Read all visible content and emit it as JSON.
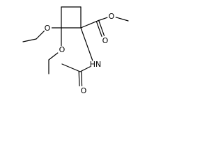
{
  "molecule": {
    "atoms": [
      {
        "id": "ring_c1",
        "element": "C"
      },
      {
        "id": "ring_c2",
        "element": "C"
      },
      {
        "id": "ring_c3",
        "element": "C"
      },
      {
        "id": "ring_c4",
        "element": "C"
      },
      {
        "id": "ester_c",
        "element": "C"
      },
      {
        "id": "ester_o_double",
        "element": "O",
        "label": "O"
      },
      {
        "id": "ester_o_single",
        "element": "O",
        "label": "O"
      },
      {
        "id": "methyl_c",
        "element": "C"
      },
      {
        "id": "amide_n",
        "element": "N",
        "label": "HN"
      },
      {
        "id": "amide_c",
        "element": "C"
      },
      {
        "id": "amide_o",
        "element": "O",
        "label": "O"
      },
      {
        "id": "amide_me",
        "element": "C"
      },
      {
        "id": "ethoxy1_o",
        "element": "O",
        "label": "O"
      },
      {
        "id": "ethoxy1_c1",
        "element": "C"
      },
      {
        "id": "ethoxy1_c2",
        "element": "C"
      },
      {
        "id": "ethoxy2_o",
        "element": "O",
        "label": "O"
      },
      {
        "id": "ethoxy2_c1",
        "element": "C"
      },
      {
        "id": "ethoxy2_c2",
        "element": "C"
      }
    ],
    "bonds": [
      {
        "id": "b1",
        "from": "ring_c1",
        "to": "ring_c2",
        "order": 1
      },
      {
        "id": "b2",
        "from": "ring_c2",
        "to": "ring_c3",
        "order": 1
      },
      {
        "id": "b3",
        "from": "ring_c3",
        "to": "ring_c4",
        "order": 1
      },
      {
        "id": "b4",
        "from": "ring_c4",
        "to": "ring_c1",
        "order": 1
      },
      {
        "id": "b5",
        "from": "ring_c1",
        "to": "ester_c",
        "order": 1
      },
      {
        "id": "b6",
        "from": "ester_c",
        "to": "ester_o_double",
        "order": 2
      },
      {
        "id": "b7",
        "from": "ester_c",
        "to": "ester_o_single",
        "order": 1
      },
      {
        "id": "b8",
        "from": "ester_o_single",
        "to": "methyl_c",
        "order": 1
      },
      {
        "id": "b9",
        "from": "ring_c1",
        "to": "amide_n",
        "order": 1
      },
      {
        "id": "b10",
        "from": "amide_n",
        "to": "amide_c",
        "order": 1
      },
      {
        "id": "b11",
        "from": "amide_c",
        "to": "amide_o",
        "order": 2
      },
      {
        "id": "b12",
        "from": "amide_c",
        "to": "amide_me",
        "order": 1
      },
      {
        "id": "b13",
        "from": "ring_c4",
        "to": "ethoxy1_o",
        "order": 1
      },
      {
        "id": "b14",
        "from": "ethoxy1_o",
        "to": "ethoxy1_c1",
        "order": 1
      },
      {
        "id": "b15",
        "from": "ethoxy1_c1",
        "to": "ethoxy1_c2",
        "order": 1
      },
      {
        "id": "b16",
        "from": "ring_c4",
        "to": "ethoxy2_o",
        "order": 1
      },
      {
        "id": "b17",
        "from": "ethoxy2_o",
        "to": "ethoxy2_c1",
        "order": 1
      },
      {
        "id": "b18",
        "from": "ethoxy2_c1",
        "to": "ethoxy2_c2",
        "order": 1
      }
    ]
  }
}
